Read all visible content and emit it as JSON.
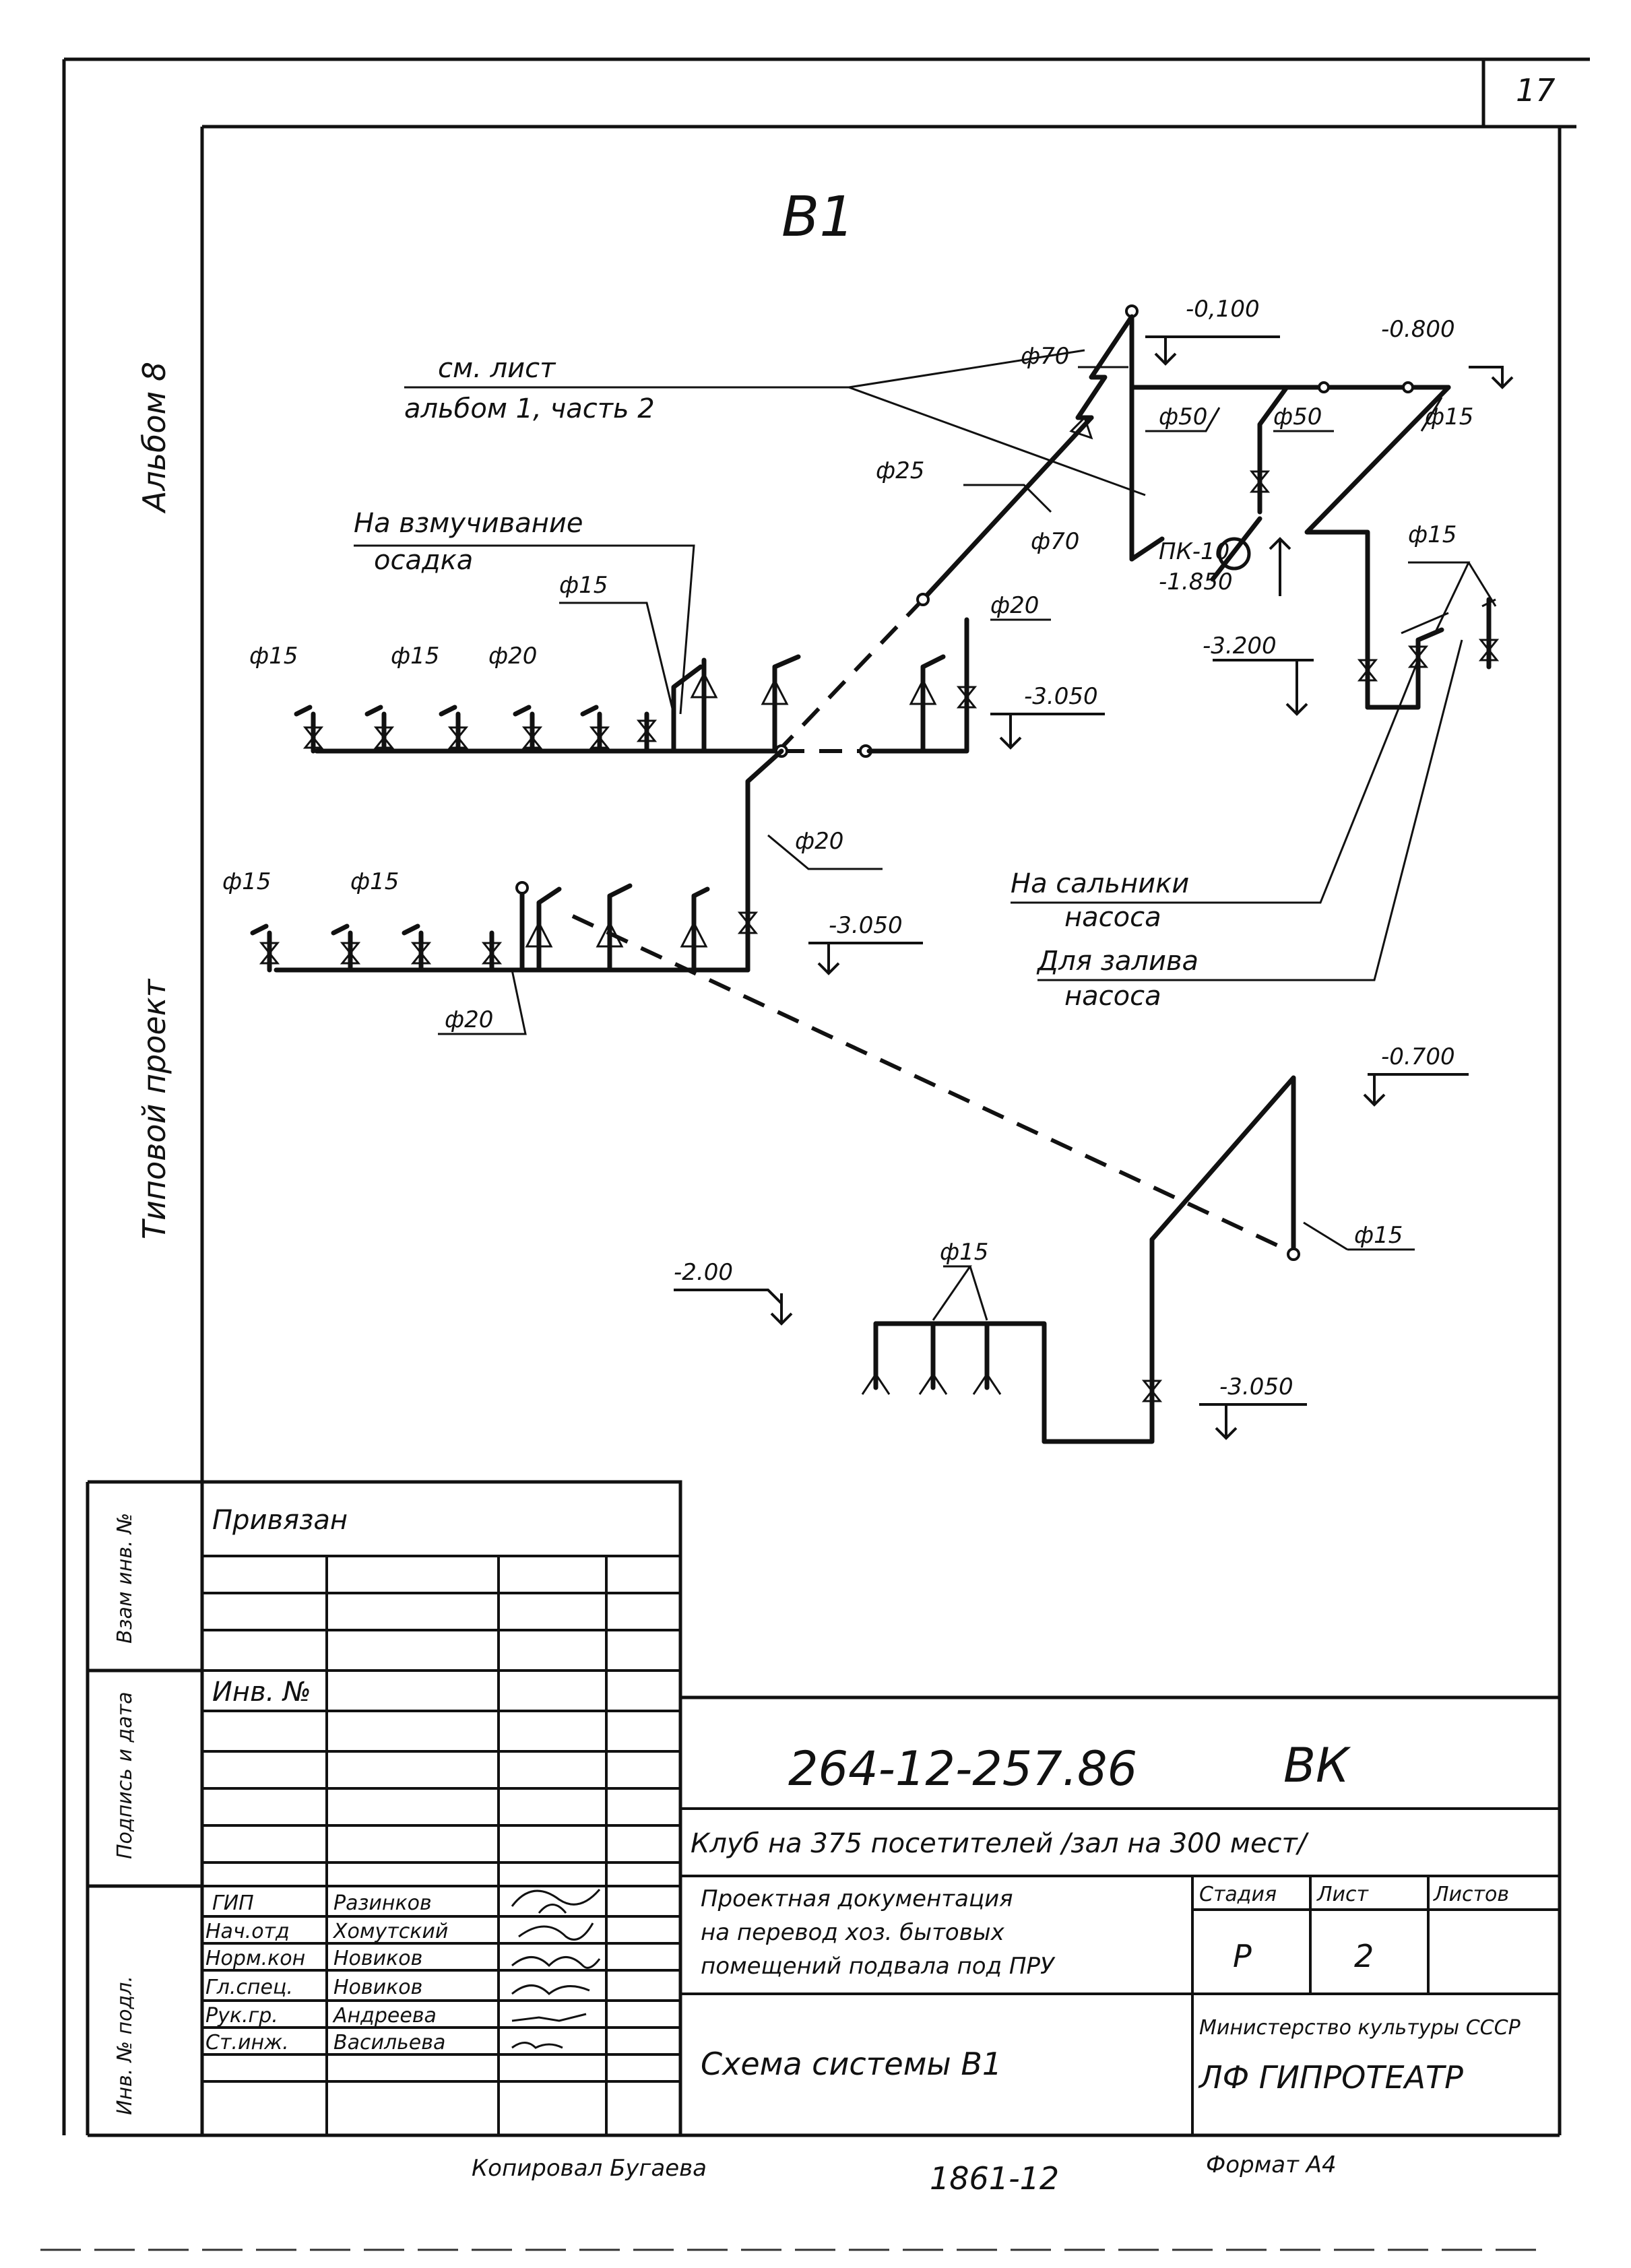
{
  "sheet": {
    "page_number": "17",
    "album_label": "Альбом 8",
    "project_label": "Типовой проект",
    "scheme_title": "В1"
  },
  "side_stamps": {
    "vzam": "Взам инв. №",
    "podpis": "Подпись и дата",
    "inv_podl": "Инв. № подл."
  },
  "diagram": {
    "note_line1": "см. лист",
    "note_line2": "альбом 1, часть 2",
    "note_vzmuch_1": "На взмучивание",
    "note_vzmuch_2": "осадка",
    "note_salniki_1": "На сальники",
    "note_salniki_2": "насоса",
    "note_zaliv_1": "Для залива",
    "note_zaliv_2": "насоса",
    "pk_label": "ПК-10",
    "levels": {
      "l_0100": "-0,100",
      "l_0800": "-0.800",
      "l_1850": "-1.850",
      "l_3200": "-3.200",
      "l_3050_a": "-3.050",
      "l_3050_b": "-3.050",
      "l_0700": "-0.700",
      "l_200": "-2.00",
      "l_3050_c": "-3.050"
    },
    "diams": {
      "d70_top": "ф70",
      "d70_mid": "ф70",
      "d50_a": "ф50",
      "d50_b": "ф50",
      "d15_top": "ф15",
      "d25": "ф25",
      "d15_right": "ф15",
      "d20_riser": "ф20",
      "d15_valve": "ф15",
      "d15_a": "ф15",
      "d15_b": "ф15",
      "d20_a": "ф20",
      "d20_mid": "ф20",
      "d15_c": "ф15",
      "d15_d": "ф15",
      "d20_low": "ф20",
      "d15_bottom": "ф15",
      "d15_tri": "ф15"
    }
  },
  "title_block": {
    "privyazan": "Привязан",
    "inv_no": "Инв. №",
    "doc_code": "264-12-257.86",
    "doc_mark": "ВК",
    "object_name": "Клуб на 375 посетителей /зал на 300 мест/",
    "doc_desc_1": "Проектная документация",
    "doc_desc_2": "на перевод хоз. бытовых",
    "doc_desc_3": "помещений подвала под ПРУ",
    "col_stage": "Стадия",
    "col_sheet": "Лист",
    "col_sheets": "Листов",
    "stage_value": "Р",
    "sheet_value": "2",
    "sheets_value": "",
    "sheet_title": "Схема системы В1",
    "ministry": "Министерство культуры СССР",
    "org": "ЛФ ГИПРОТЕАТР",
    "staff": [
      {
        "role": "ГИП",
        "name": "Разинков"
      },
      {
        "role": "Нач.отд",
        "name": "Хомутский"
      },
      {
        "role": "Норм.кон",
        "name": "Новиков"
      },
      {
        "role": "Гл.спец.",
        "name": "Новиков"
      },
      {
        "role": "Рук.гр.",
        "name": "Андреева"
      },
      {
        "role": "Ст.инж.",
        "name": "Васильева"
      }
    ]
  },
  "footer": {
    "copied_by": "Копировал Бугаева",
    "archive_no": "1861-12",
    "format": "Формат А4"
  }
}
